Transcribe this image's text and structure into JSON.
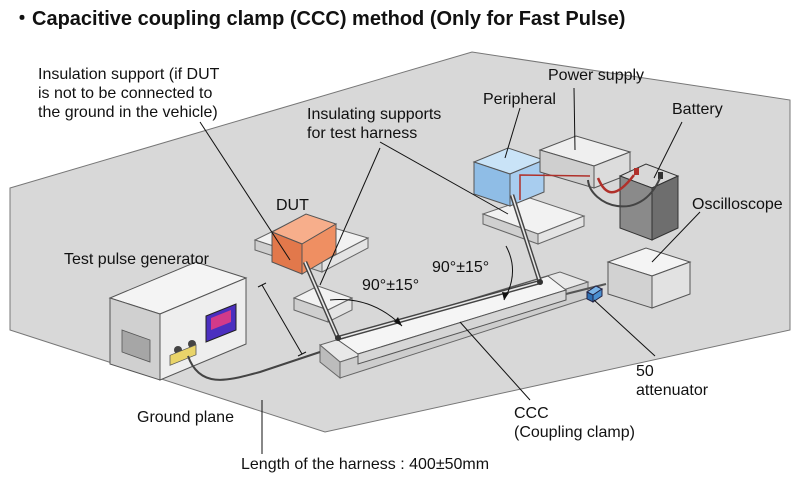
{
  "title": "・Capacitive coupling clamp (CCC) method (Only for Fast Pulse)",
  "labels": {
    "insulation_support": "Insulation support (if DUT\nis not to be connected to\nthe ground in the vehicle)",
    "insulating_supports_harness": "Insulating supports\nfor test harness",
    "power_supply": "Power supply",
    "peripheral": "Peripheral",
    "battery": "Battery",
    "dut": "DUT",
    "oscilloscope": "Oscilloscope",
    "test_pulse_generator": "Test pulse generator",
    "angle_left": "90°±15°",
    "angle_right": "90°±15°",
    "attenuator": "50\nattenuator",
    "ground_plane": "Ground plane",
    "ccc": "CCC\n(Coupling clamp)",
    "harness_length": "Length of the harness : 400±50mm"
  },
  "colors": {
    "dut": "#f08a5d",
    "peripheral": "#9fcbee",
    "ground_plane": "#d6d6d6",
    "attenuator": "#4a8fd0",
    "cable_red": "#b0302a"
  }
}
